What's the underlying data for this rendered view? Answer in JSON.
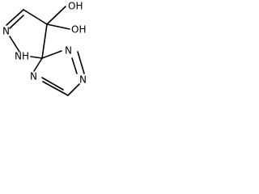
{
  "molecule": {
    "atoms": {
      "oh1": "OH",
      "oh2": "OH",
      "n1": "N",
      "nh": "NH",
      "n_tr_top": "N",
      "n_tr_right": "N",
      "n_left": "N"
    }
  }
}
